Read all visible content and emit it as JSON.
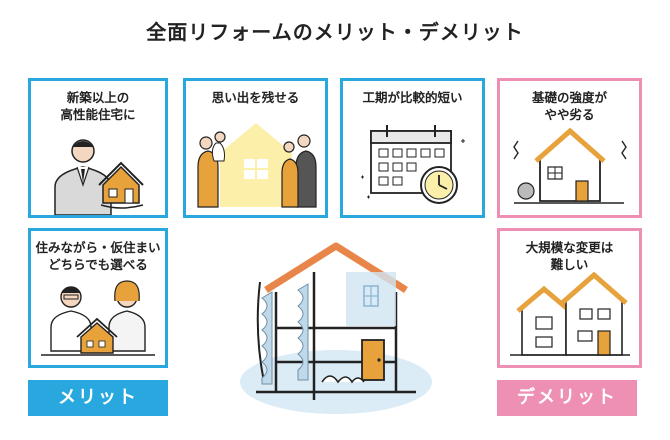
{
  "title": "全面リフォームのメリット・デメリット",
  "cards": {
    "card1": [
      "新築以上の",
      "高性能住宅に"
    ],
    "card2": [
      "思い出を残せる"
    ],
    "card3": [
      "工期が比較的短い"
    ],
    "card4": [
      "基礎の強度が",
      "やや劣る"
    ],
    "card5": [
      "住みながら・仮住まい",
      "どちらでも選べる"
    ],
    "card6": [
      "大規模な変更は",
      "難しい"
    ]
  },
  "badges": {
    "merit": "メリット",
    "demerit": "デメリット"
  },
  "colors": {
    "merit": "#29a8e0",
    "demerit": "#ee8fb4",
    "accent_yellow": "#f7de3a",
    "house_orange": "#e8a23c"
  }
}
